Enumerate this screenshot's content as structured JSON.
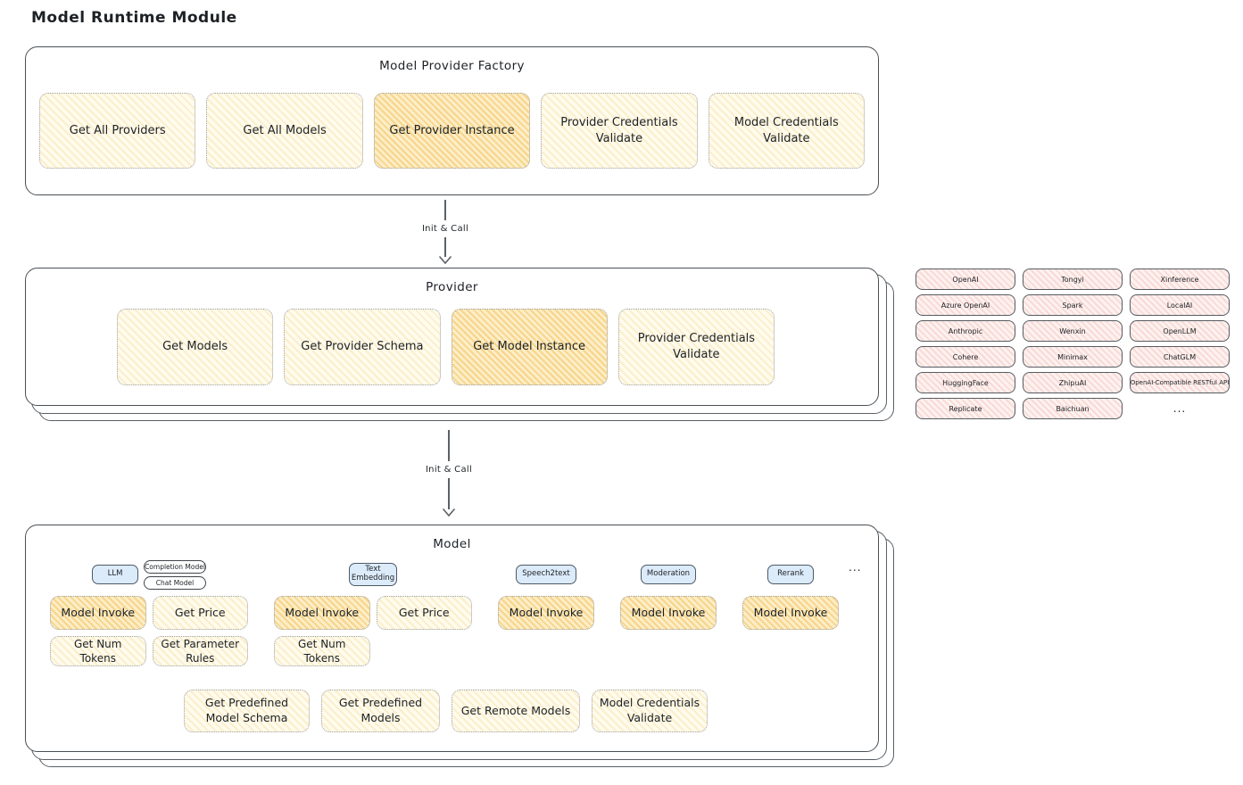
{
  "title": "Model Runtime Module",
  "arrow_label_1": "Init & Call",
  "arrow_label_2": "Init & Call",
  "factory": {
    "title": "Model Provider Factory",
    "buttons": [
      {
        "label": "Get All Providers"
      },
      {
        "label": "Get All Models"
      },
      {
        "label": "Get Provider Instance"
      },
      {
        "label": "Provider Credentials Validate"
      },
      {
        "label": "Model Credentials Validate"
      }
    ]
  },
  "provider": {
    "title": "Provider",
    "buttons": [
      {
        "label": "Get Models"
      },
      {
        "label": "Get Provider Schema"
      },
      {
        "label": "Get Model Instance"
      },
      {
        "label": "Provider Credentials Validate"
      }
    ]
  },
  "provider_list": {
    "items": [
      "OpenAI",
      "Tongyi",
      "Xinference",
      "Azure OpenAI",
      "Spark",
      "LocalAI",
      "Anthropic",
      "Wenxin",
      "OpenLLM",
      "Cohere",
      "Minimax",
      "ChatGLM",
      "HuggingFace",
      "ZhipuAI",
      "OpenAI-Compatible RESTful API",
      "Replicate",
      "Baichuan"
    ],
    "more": "..."
  },
  "model": {
    "title": "Model",
    "groups": [
      {
        "tag": "LLM",
        "subtags": [
          "Completion Model",
          "Chat Model"
        ],
        "row1": [
          "Model Invoke",
          "Get Price"
        ],
        "row2": [
          "Get Num Tokens",
          "Get Parameter Rules"
        ]
      },
      {
        "tag": "Text Embedding",
        "row1": [
          "Model Invoke",
          "Get Price"
        ],
        "row2": [
          "Get Num Tokens"
        ]
      },
      {
        "tag": "Speech2text",
        "row1": [
          "Model Invoke"
        ]
      },
      {
        "tag": "Moderation",
        "row1": [
          "Model Invoke"
        ]
      },
      {
        "tag": "Rerank",
        "row1": [
          "Model Invoke"
        ]
      }
    ],
    "more": "...",
    "bottom_buttons": [
      "Get Predefined Model Schema",
      "Get Predefined Models",
      "Get Remote Models",
      "Model Credentials Validate"
    ]
  },
  "colors": {
    "highlight_fill": "#f8d78a",
    "light_fill": "#fdf8e6",
    "provider_fill": "#fdf0ee",
    "tag_fill": "#dcebfa",
    "stroke": "#4a5056"
  }
}
